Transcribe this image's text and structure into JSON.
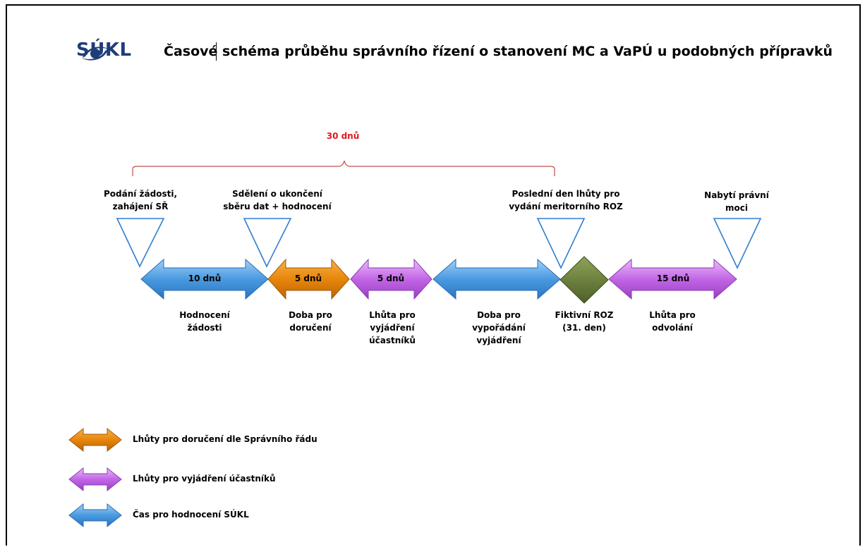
{
  "header": {
    "logo_text": "SÚKL",
    "title": "Časové schéma průběhu správního řízení o stanovení MC a VaPÚ u podobných přípravků"
  },
  "brace_label": "30 dnů",
  "milestones": {
    "podani": "Podání žádosti,\nzahájení SŘ",
    "sdeleni": "Sdělení o ukončení\nsběru dat + hodnocení",
    "posledni": "Poslední den lhůty pro\nvydání meritorního ROZ",
    "nabyti": "Nabytí právní\nmoci"
  },
  "arrows": {
    "hodnoceni_days": "10 dnů",
    "doruceni_days": "5 dnů",
    "vyjadreni_days": "5 dnů",
    "odvolani_days": "15 dnů"
  },
  "phases": {
    "hodnoceni": "Hodnocení\nžádosti",
    "doruceni": "Doba pro\ndoručení",
    "vyjadreni": "Lhůta pro\nvyjádření\núčastníků",
    "vyporadani": "Doba pro\nvypořádání\nvyjádření",
    "fiktivni": "Fiktivní ROZ\n(31. den)",
    "odvolani": "Lhůta pro\nodvolání"
  },
  "legend": [
    {
      "label": "Lhůty pro doručení dle Správního řádu",
      "color": "#e8860a"
    },
    {
      "label": "Lhůty pro vyjádření účastníků",
      "color": "#c266e6"
    },
    {
      "label": "Čas pro hodnocení SÚKL",
      "color": "#4a9ae0"
    }
  ],
  "colors": {
    "blue": "#4a9ae0",
    "orange": "#e8860a",
    "purple": "#c266e6",
    "green": "#6b7f3a",
    "brace": "#c0504d",
    "triangle": "#2f7fd1"
  }
}
